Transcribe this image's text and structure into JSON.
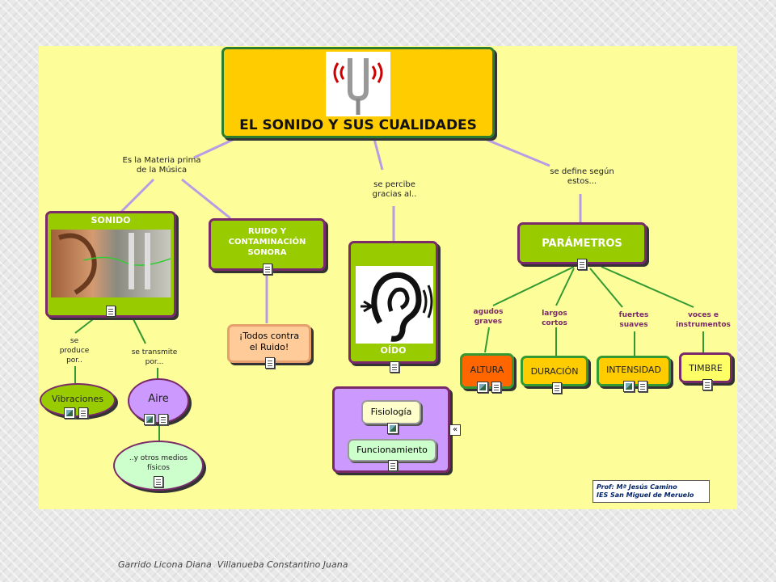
{
  "title": "EL SONIDO Y SUS CUALIDADES",
  "links": {
    "materia": "Es la Materia prima\nde la Música",
    "percibe": "se percibe\ngracias al..",
    "define": "se define según\nestos...",
    "produce": "se\nproduce\npor..",
    "transmite": "se transmite\npor...",
    "agudos": "agudos\ngraves",
    "largos": "largos\ncortos",
    "fuertes": "fuertes\nsuaves",
    "voces": "voces e\ninstrumentos"
  },
  "nodes": {
    "sonido": "SONIDO",
    "ruido": "RUIDO Y\nCONTAMINACIÓN\nSONORA",
    "oido": "OÍDO",
    "parametros": "PARÁMETROS",
    "todos": "¡Todos contra\nel Ruido!",
    "vibraciones": "Vibraciones",
    "aire": "Aire",
    "otros": "..y otros medios\nfísicos",
    "fisiologia": "Fisiología",
    "funcionamiento": "Funcionamiento",
    "altura": "ALTURA",
    "duracion": "DURACIÓN",
    "intensidad": "INTENSIDAD",
    "timbre": "TIMBRE"
  },
  "credit": {
    "line1": "Prof: Mª Jesús Camino",
    "line2": "IES San Miguel de Meruelo"
  },
  "footer": "Garrido Licona Diana  Villanueba Constantino Juana",
  "colors": {
    "background": "#fdfd99",
    "title_box": "#ffcc00",
    "node_green": "#99cc00",
    "node_border": "#7a2a6a",
    "connector_purple": "#b99ce6",
    "connector_green": "#339933",
    "altura": "#ff6600",
    "oido_panel": "#cc99ff"
  },
  "icons": [
    "tuning-fork-icon",
    "ear-photo-icon",
    "ear-icon",
    "note-icon",
    "picture-icon",
    "collapse-arrows-icon"
  ]
}
